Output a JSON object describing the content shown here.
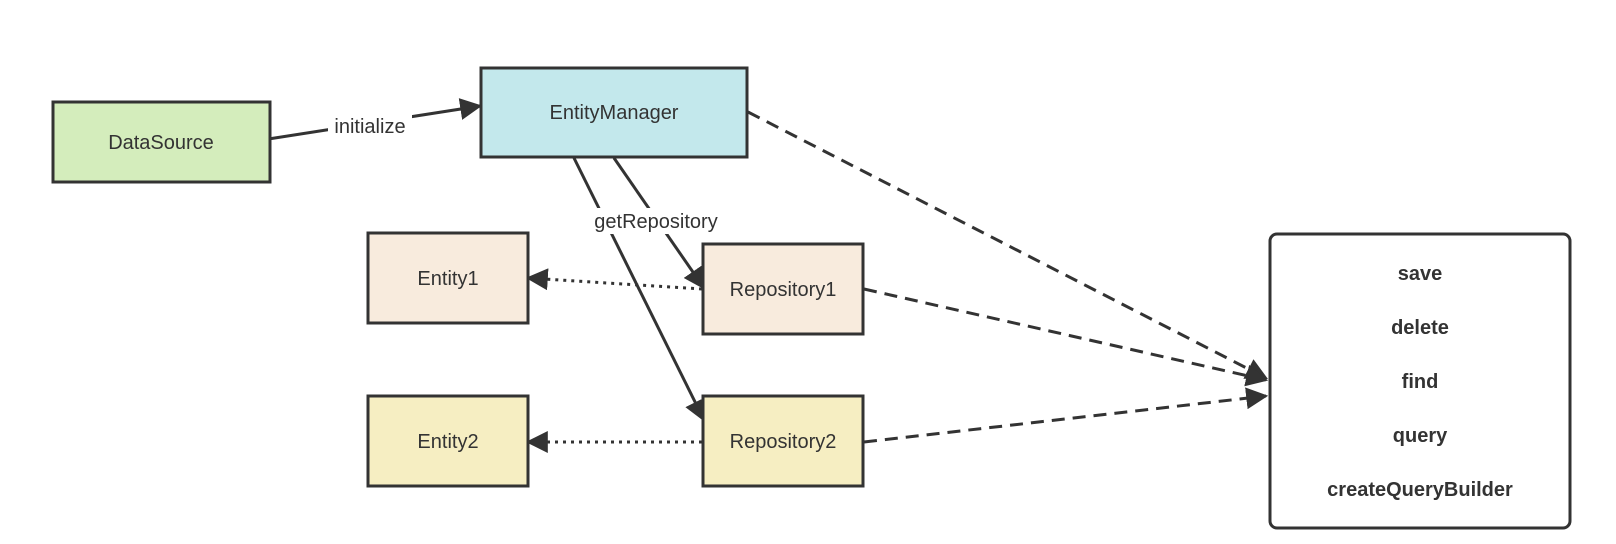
{
  "nodes": {
    "datasource": {
      "label": "DataSource",
      "fill": "#d4edbc"
    },
    "entitymanager": {
      "label": "EntityManager",
      "fill": "#c3e8ec"
    },
    "entity1": {
      "label": "Entity1",
      "fill": "#f8ebdd"
    },
    "repository1": {
      "label": "Repository1",
      "fill": "#f8ebdd"
    },
    "entity2": {
      "label": "Entity2",
      "fill": "#f6eec2"
    },
    "repository2": {
      "label": "Repository2",
      "fill": "#f6eec2"
    }
  },
  "edges": {
    "initialize_label": "initialize",
    "get_repository_label": "getRepository"
  },
  "methods_box": {
    "items": [
      "save",
      "delete",
      "find",
      "query",
      "createQueryBuilder"
    ]
  },
  "colors": {
    "stroke": "#333333",
    "background": "#ffffff"
  }
}
